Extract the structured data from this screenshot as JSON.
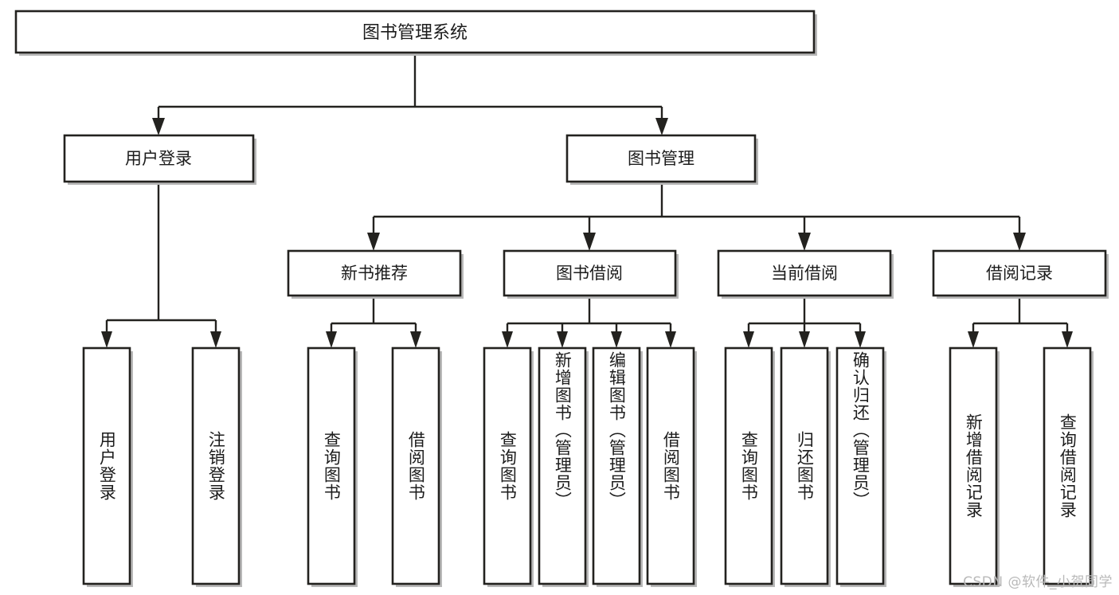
{
  "diagram": {
    "type": "tree-hierarchy",
    "title": "图书管理系统",
    "watermark": "CSDN @软件_小贺同学",
    "colors": {
      "stroke": "#23221f",
      "fill": "#ffffff",
      "shadow": "#b8b8b8",
      "text": "#1c1c1c",
      "watermark": "#b9b9b9"
    },
    "root": {
      "label": "图书管理系统",
      "level": 0
    },
    "level1": [
      {
        "label": "用户登录"
      },
      {
        "label": "图书管理"
      }
    ],
    "level2": [
      {
        "label": "新书推荐",
        "parent": "图书管理"
      },
      {
        "label": "图书借阅",
        "parent": "图书管理"
      },
      {
        "label": "当前借阅",
        "parent": "图书管理"
      },
      {
        "label": "借阅记录",
        "parent": "图书管理"
      }
    ],
    "leaves": {
      "用户登录": [
        {
          "label": "用户登录"
        },
        {
          "label": "注销登录"
        }
      ],
      "新书推荐": [
        {
          "label": "查询图书"
        },
        {
          "label": "借阅图书"
        }
      ],
      "图书借阅": [
        {
          "label": "查询图书"
        },
        {
          "label": "新增图书（管理员）"
        },
        {
          "label": "编辑图书（管理员）"
        },
        {
          "label": "借阅图书"
        }
      ],
      "当前借阅": [
        {
          "label": "查询图书"
        },
        {
          "label": "归还图书"
        },
        {
          "label": "确认归还（管理员）"
        }
      ],
      "借阅记录": [
        {
          "label": "新增借阅记录"
        },
        {
          "label": "查询借阅记录"
        }
      ]
    }
  }
}
